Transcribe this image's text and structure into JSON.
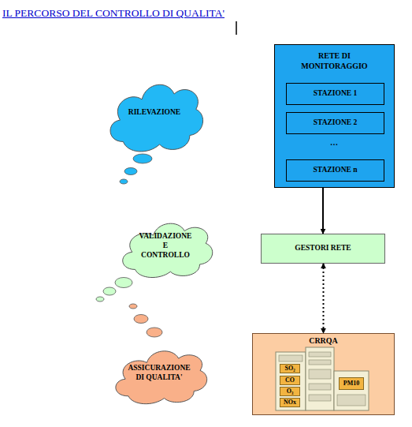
{
  "diagram": {
    "title": "IL PERCORSO DEL CONTROLLO DI QUALITA'",
    "nodes": [
      {
        "text": [
          "RILEVAZIONE"
        ]
      },
      {
        "text": [
          "RETE DI MONITORAGGIO"
        ]
      },
      {
        "text": [
          "STAZIONE 1"
        ],
        "in": 1
      },
      {
        "text": [
          "STAZIONE 2"
        ],
        "in": 1
      },
      {
        "text": [
          "STAZIONE n"
        ],
        "in": 1
      },
      {
        "text": [
          "VALIDAZIONE E CONTROLLO"
        ]
      },
      {
        "text": [
          "GESTORI RETE"
        ]
      },
      {
        "text": [
          "ASSICURAZIONE DI QUALITA'"
        ]
      },
      {
        "text": [
          "CRRQA"
        ]
      }
    ],
    "edges": [
      {
        "from": 1,
        "to": 6,
        "arrow": "to"
      },
      {
        "from": 6,
        "to": 8,
        "arrow": "both"
      }
    ],
    "labels": [
      "…",
      "SO₂",
      "CO",
      "O₃",
      "NOx",
      "PM10"
    ]
  }
}
